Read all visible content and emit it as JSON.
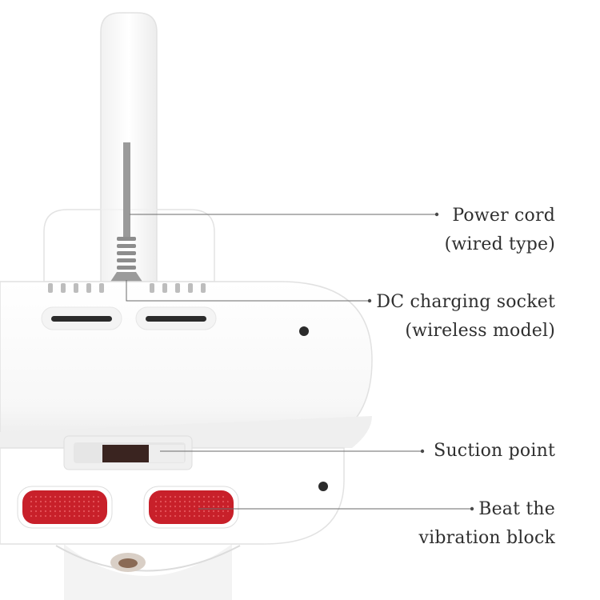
{
  "callouts": {
    "power_cord": {
      "line1": "Power cord",
      "line2": "(wired type)"
    },
    "dc_socket": {
      "line1": "DC charging socket",
      "line2": "(wireless model)"
    },
    "suction_point": {
      "line1": "Suction point"
    },
    "vibration_block": {
      "line1": "Beat the",
      "line2": "vibration block"
    }
  },
  "colors": {
    "body": "#ffffff",
    "shadow": "#e4e4e4",
    "vibration_pad": "#c8202a",
    "cord": "#9a9a9a",
    "dark_slot": "#2b2b2b",
    "label_text": "#2f2f2f",
    "leader_line": "#6a6a6a"
  }
}
